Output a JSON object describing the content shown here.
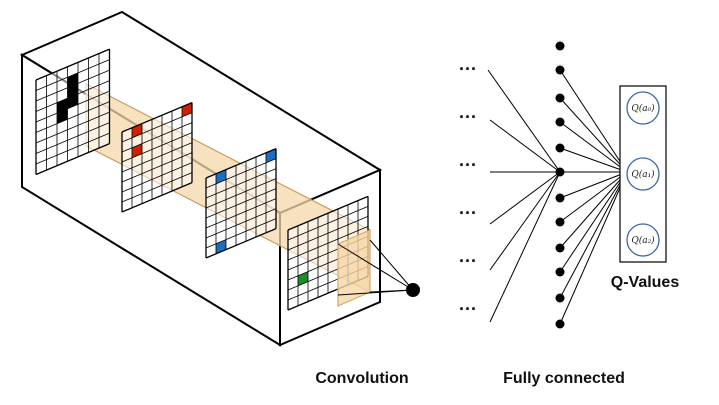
{
  "labels": {
    "convolution": "Convolution",
    "fully_connected": "Fully connected",
    "q_values": "Q-Values"
  },
  "q_values": [
    {
      "symbol": "Q",
      "subscript": "0",
      "text": "Q(a₀)"
    },
    {
      "symbol": "Q",
      "subscript": "1",
      "text": "Q(a₁)"
    },
    {
      "symbol": "Q",
      "subscript": "2",
      "text": "Q(a₂)"
    }
  ],
  "ellipsis": "...",
  "colors": {
    "black_cells": "#000000",
    "red_cells": "#cc2200",
    "blue_cells": "#1a6fc0",
    "green_cells": "#1a8a2a",
    "beam_fill": "#f5d7a8",
    "beam_stroke": "#d9a86a",
    "q_circle": "#3b66a8",
    "line": "#000000"
  }
}
